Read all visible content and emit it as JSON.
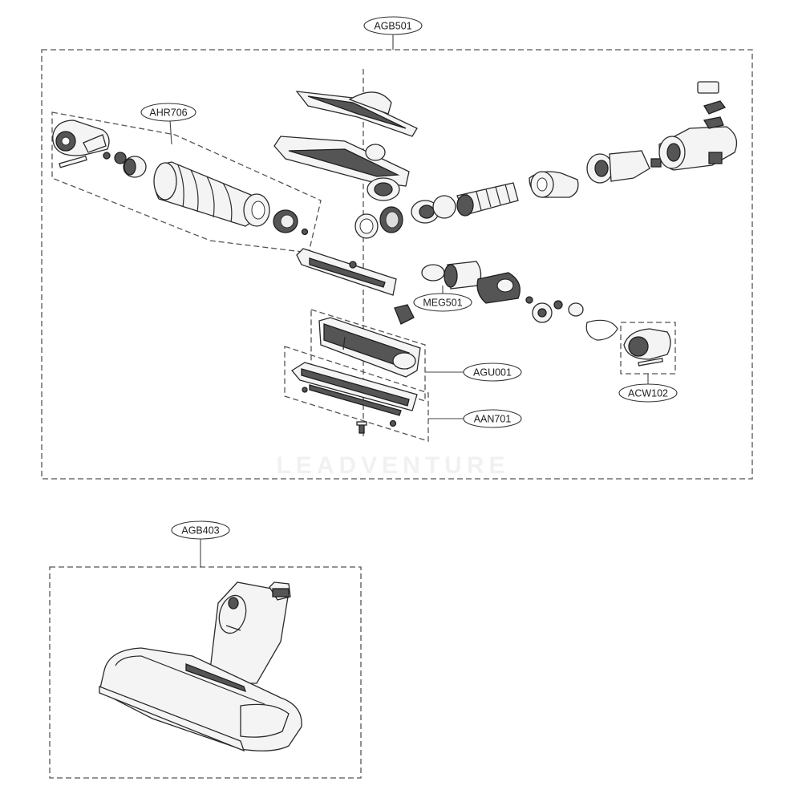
{
  "labels": {
    "agb501": "AGB501",
    "ahr706": "AHR706",
    "meg501": "MEG501",
    "agu001": "AGU001",
    "aan701": "AAN701",
    "acw102": "ACW102",
    "agb403": "AGB403"
  },
  "watermark": "LEADVENTURE"
}
